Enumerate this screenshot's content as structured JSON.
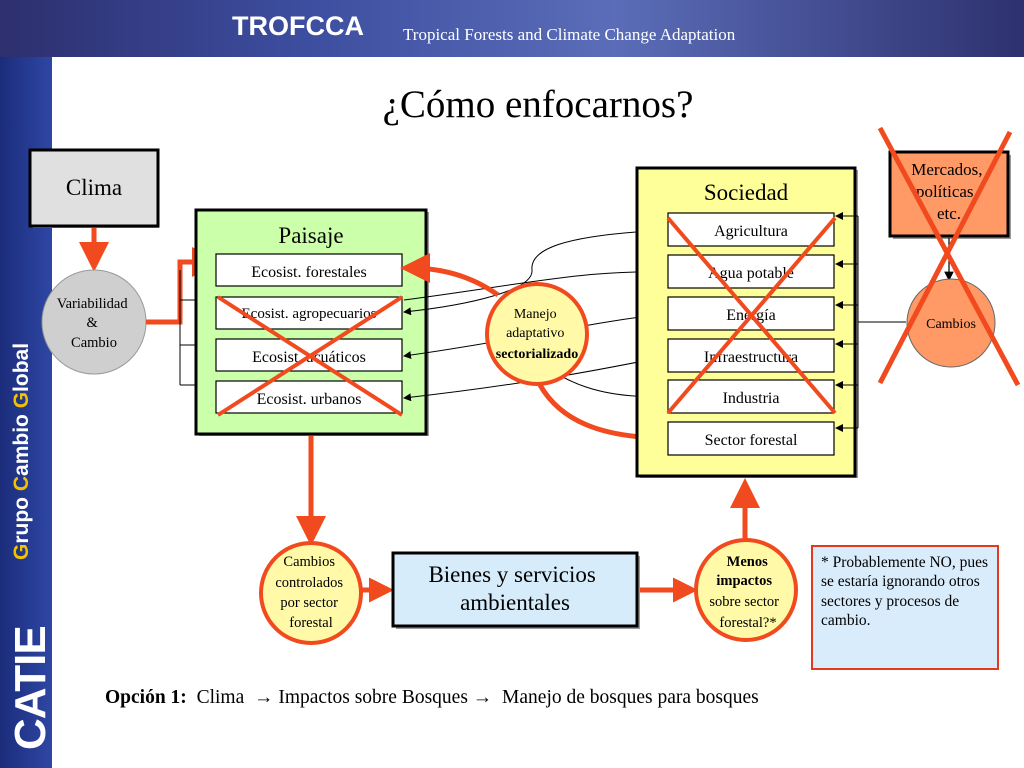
{
  "header": {
    "title": "TROFCCA",
    "subtitle": "Tropical Forests and Climate Change Adaptation"
  },
  "sidebar": {
    "group_text_1": "Grupo ",
    "group_letter_c": "C",
    "group_text_2": "ambio ",
    "group_letter_g": "G",
    "group_text_3": "lobal",
    "group_letter_gg": "G",
    "logo": "CATIE"
  },
  "page": {
    "title": "¿Cómo enfocarnos?"
  },
  "diagram": {
    "clima": "Clima",
    "variabilidad": [
      "Variabilidad",
      "&",
      "Cambio"
    ],
    "paisaje": {
      "title": "Paisaje",
      "items": [
        "Ecosist. forestales",
        "Ecosist. agropecuarios",
        "Ecosist. acuáticos",
        "Ecosist. urbanos"
      ]
    },
    "manejo": [
      "Manejo",
      "adaptativo",
      "sectorializado"
    ],
    "sociedad": {
      "title": "Sociedad",
      "items": [
        "Agricultura",
        "Agua potable",
        "Energía",
        "Infraestructura",
        "Industria",
        "Sector forestal"
      ]
    },
    "mercados": [
      "Mercados,",
      "políticas,",
      "etc."
    ],
    "cambios": "Cambios",
    "cambios_controlados": [
      "Cambios",
      "controlados",
      "por sector",
      "forestal"
    ],
    "bienes": [
      "Bienes y servicios",
      "ambientales"
    ],
    "menos_impactos": [
      "Menos",
      "impactos",
      "sobre sector",
      "forestal?*"
    ]
  },
  "note": "* Probablemente NO, pues se estaría ignorando otros sectores  y procesos de cambio.",
  "bottom": {
    "label": "Opción 1:",
    "part1": "Clima",
    "part2": "Impactos sobre Bosques",
    "part3": "Manejo de bosques para bosques",
    "arrow": "→"
  },
  "colors": {
    "red": "#f04a1e",
    "paisaje_bg": "#ccffaa",
    "sociedad_bg": "#ffff9a",
    "mercados_bg": "#ff9966",
    "circle_bg": "#fff9a8",
    "cambios_bg": "#ff9966",
    "bienes_bg": "#d6ecfb"
  }
}
